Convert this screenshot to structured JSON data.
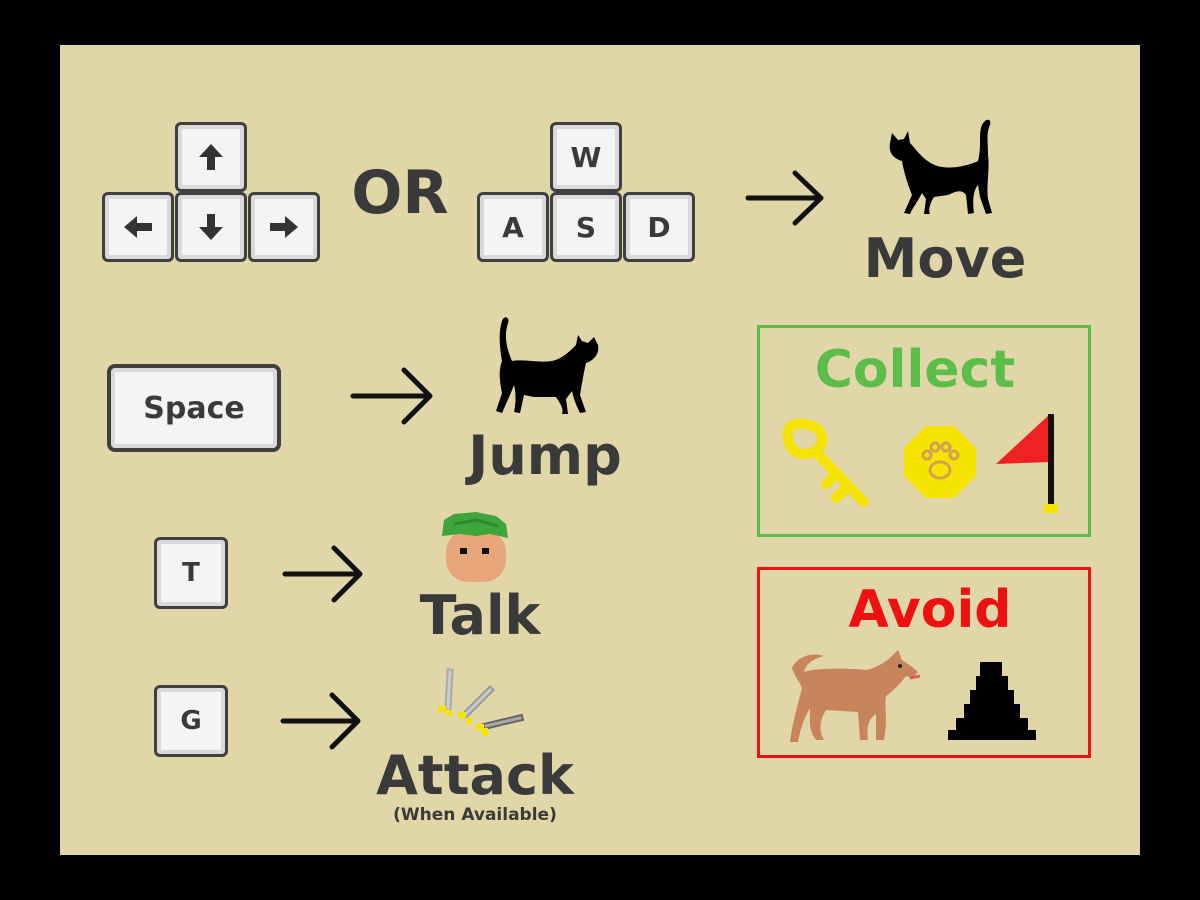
{
  "keys": {
    "up": "up-arrow",
    "left": "left-arrow",
    "down": "down-arrow",
    "right": "right-arrow",
    "w": "W",
    "a": "A",
    "s": "S",
    "d": "D",
    "space": "Space",
    "t": "T",
    "g": "G"
  },
  "or_text": "OR",
  "actions": {
    "move": "Move",
    "jump": "Jump",
    "talk": "Talk",
    "attack": "Attack",
    "attack_note": "(When Available)"
  },
  "collect": {
    "title": "Collect",
    "color": "#5cbd4a",
    "items": [
      "key-icon",
      "paw-coin-icon",
      "flag-icon"
    ]
  },
  "avoid": {
    "title": "Avoid",
    "color": "#ee1111",
    "items": [
      "dog-icon",
      "spike-icon"
    ]
  },
  "colors": {
    "background": "#e0d6a7",
    "text": "#3a3a3a"
  }
}
